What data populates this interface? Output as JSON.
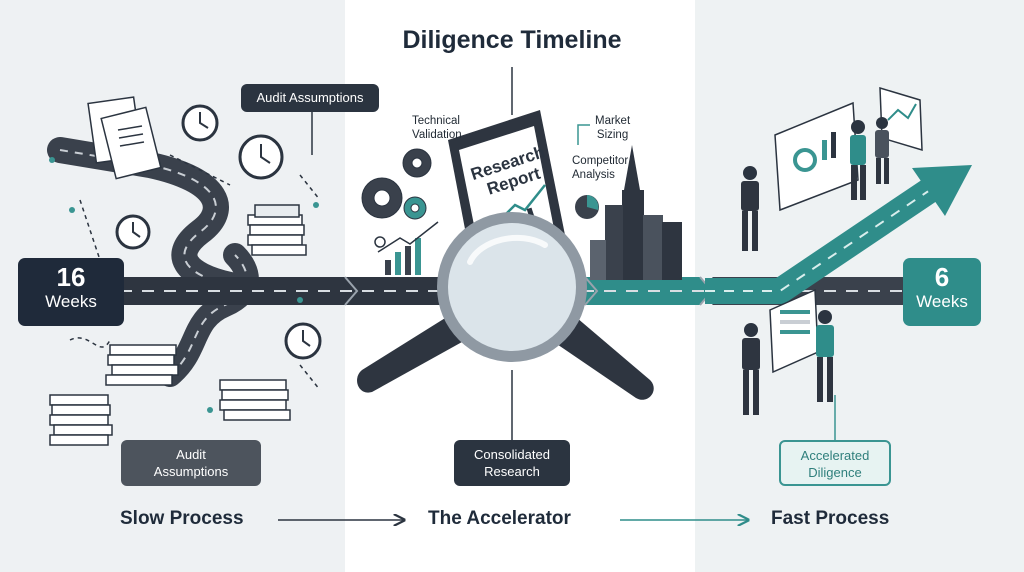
{
  "title": "Diligence Timeline",
  "left": {
    "duration_number": "16",
    "duration_unit": "Weeks",
    "callout_top": "Audit Assumptions",
    "callout_bottom_line1": "Audit",
    "callout_bottom_line2": "Assumptions",
    "phase_label": "Slow Process"
  },
  "center": {
    "report_line1": "Research",
    "report_line2": "Report",
    "label_technical_line1": "Technical",
    "label_technical_line2": "Validation",
    "label_market_line1": "Market",
    "label_market_line2": "Sizing",
    "label_competitor_line1": "Competitor",
    "label_competitor_line2": "Analysis",
    "callout_line1": "Consolidated",
    "callout_line2": "Research",
    "phase_label": "The Accelerator"
  },
  "right": {
    "duration_number": "6",
    "duration_unit": "Weeks",
    "callout_line1": "Accelerated",
    "callout_line2": "Diligence",
    "phase_label": "Fast Process"
  },
  "colors": {
    "road_dark": "#2e3540",
    "teal": "#2f8d8a",
    "teal_dark": "#1f6f6c",
    "badge_dark": "#1f2a3a",
    "badge_teal": "#2f8d8a",
    "panel_center": "#ffffff",
    "panel_side": "#eef1f3"
  }
}
